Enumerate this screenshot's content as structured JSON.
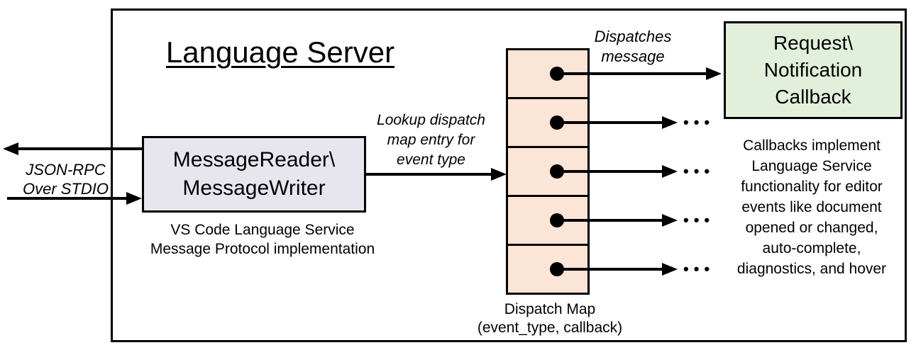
{
  "colors": {
    "message_box_fill": "#e7e6ee",
    "dispatch_map_fill": "#fbe5d6",
    "callback_box_fill": "#e2efda",
    "line_color": "#000000",
    "background": "#ffffff"
  },
  "diagram": {
    "title": "Language Server",
    "io_arrows_label": "JSON-RPC\nOver STDIO",
    "message_box": {
      "label": "MessageReader\\\nMessageWriter",
      "caption": "VS Code Language Service\nMessage Protocol implementation"
    },
    "lookup_arrow_label": "Lookup dispatch\nmap entry for\nevent type",
    "dispatch_map": {
      "entry_count": 5,
      "caption": "Dispatch Map\n(event_type, callback)"
    },
    "dispatch_arrow_label": "Dispatches\nmessage",
    "callback_box": {
      "label": "Request\\\nNotification\nCallback"
    },
    "callbacks_note": "Callbacks implement\nLanguage Service\nfunctionality for editor\nevents like document\nopened or changed,\nauto-complete,\ndiagnostics, and hover",
    "ellipsis": "•••"
  }
}
